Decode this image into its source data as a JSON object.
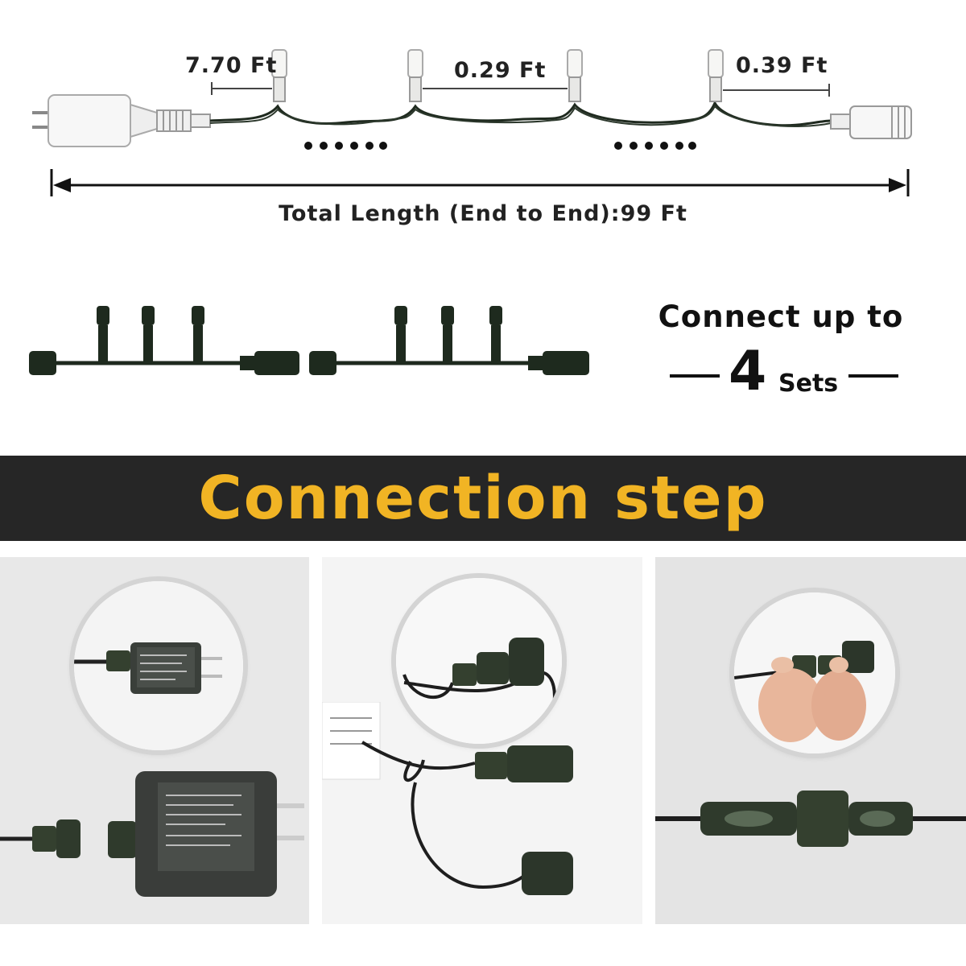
{
  "diagram": {
    "segment_labels": {
      "lead": "7.70 Ft",
      "spacing": "0.29 Ft",
      "tail": "0.39 Ft"
    },
    "total_length": "Total Length (End to End):99 Ft",
    "connect": {
      "line1": "Connect up to",
      "number": "4",
      "unit": "Sets"
    },
    "banner_title": "Connection step",
    "colors": {
      "banner_bg": "#262626",
      "banner_text": "#f1b424",
      "cable": "#1f2a1f",
      "connector": "#34402f"
    }
  }
}
